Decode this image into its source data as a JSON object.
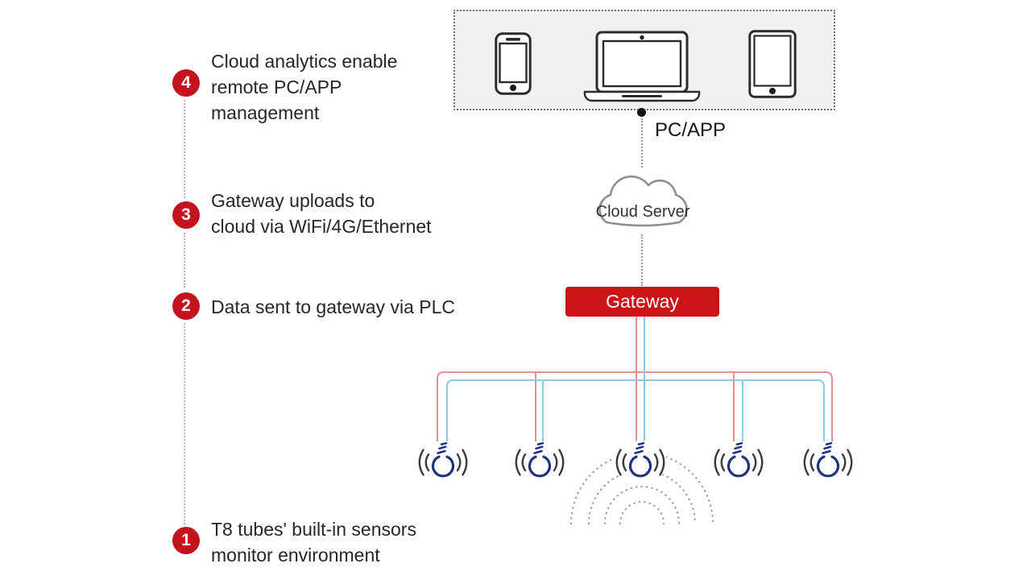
{
  "palette": {
    "badge_red": "#c4121e",
    "gateway_red": "#cc1316",
    "wire_red": "#e89090",
    "wire_blue": "#8ec9e8",
    "bulb_blue": "#20327f",
    "signal_wave_gray": "#3a3a3a",
    "device_box_fill": "#f1f1f1",
    "dotted_line_gray": "#9a9a9a",
    "text_dark": "#262626"
  },
  "steps": [
    {
      "number": "4",
      "lines": [
        "Cloud analytics enable",
        "remote PC/APP",
        "management"
      ]
    },
    {
      "number": "3",
      "lines": [
        "Gateway uploads to",
        "cloud via WiFi/4G/Ethernet"
      ]
    },
    {
      "number": "2",
      "lines": [
        "Data sent to gateway via PLC"
      ]
    },
    {
      "number": "1",
      "lines": [
        "T8 tubes' built-in sensors",
        "monitor environment"
      ]
    }
  ],
  "diagram": {
    "devices_label": "PC/APP",
    "cloud_label": "Cloud Server",
    "gateway_label": "Gateway",
    "device_icons": [
      "smartphone-icon",
      "laptop-icon",
      "tablet-icon"
    ],
    "sensor_count": 5
  }
}
